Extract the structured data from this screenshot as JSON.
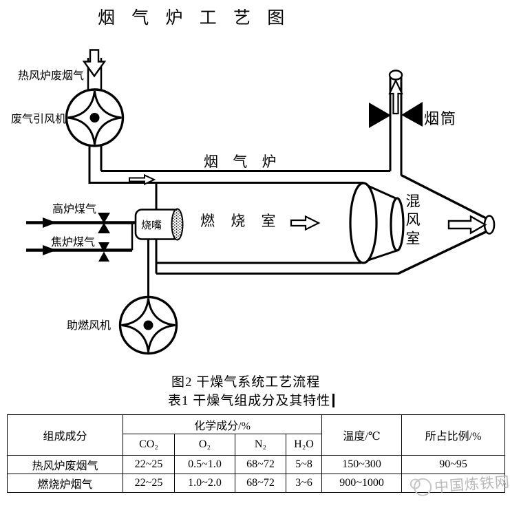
{
  "title": "烟 气 炉 工 艺 图",
  "diagram": {
    "labels": {
      "inlet": "热风炉废烟气",
      "waste_fan": "废气引风机",
      "furnace": "烟 气 炉",
      "chimney": "烟筒",
      "bf_gas": "高炉煤气",
      "cog_gas": "焦炉煤气",
      "burner": "烧嘴",
      "combustion_chamber": "燃 烧 室",
      "mixing_chamber": "混风室",
      "aux_fan": "助燃风机"
    },
    "caption": "图2  干燥气系统工艺流程"
  },
  "table": {
    "title": "表1 干燥气组成分及其特性",
    "header": {
      "composition": "组成成分",
      "chemical": "化学成分/%",
      "sub_columns": [
        "CO₂",
        "O₂",
        "N₂",
        "H₂O"
      ],
      "temperature": "温度/℃",
      "ratio": "所占比例/%"
    },
    "rows": [
      {
        "name": "热风炉废烟气",
        "values": [
          "22~25",
          "0.5~1.0",
          "68~72",
          "5~8",
          "150~300",
          "90~95"
        ]
      },
      {
        "name": "燃烧炉烟气",
        "values": [
          "22~25",
          "1.0~2.0",
          "68~72",
          "3~6",
          "900~1000",
          ""
        ]
      }
    ]
  },
  "watermark": {
    "text": "中国炼铁网"
  },
  "colors": {
    "line": "#000000",
    "background": "#ffffff",
    "watermark": "#b8b8b8"
  }
}
